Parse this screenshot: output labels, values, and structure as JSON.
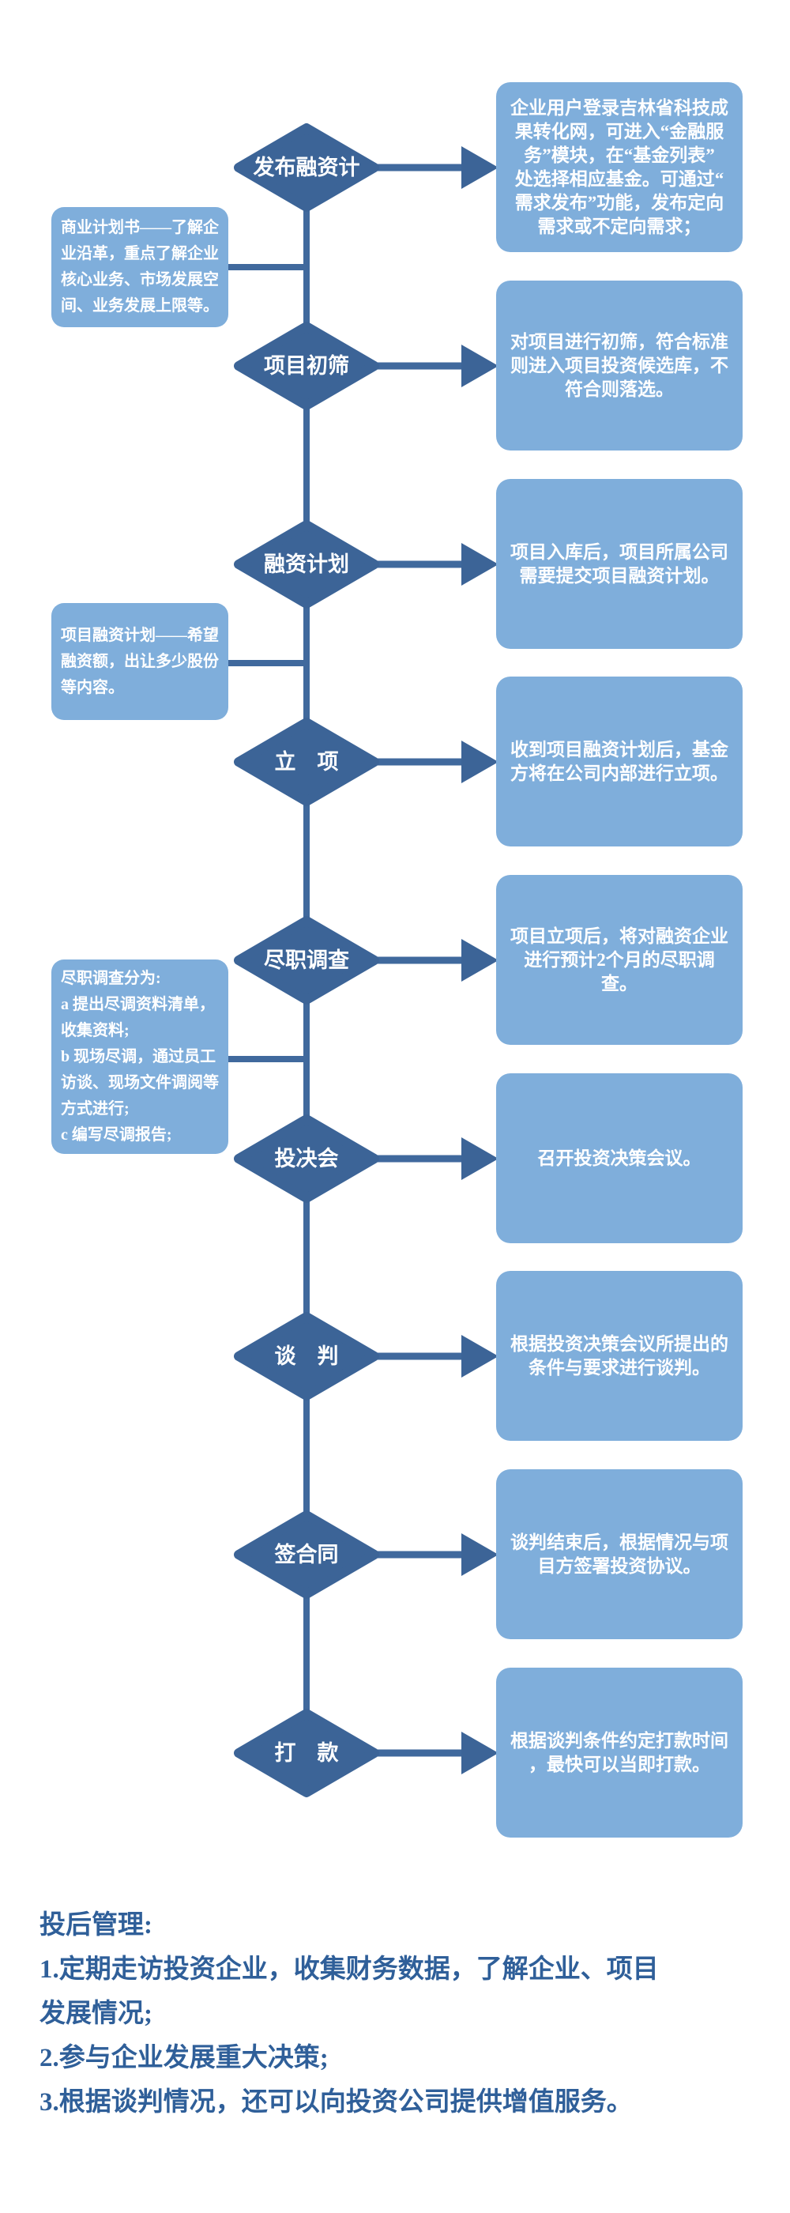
{
  "flow": {
    "steps": [
      {
        "label": "发布融资计",
        "description": "企业用户登录吉林省科技成\n果转化网，可进入“金融服\n务”模块，在“基金列表”\n处选择相应基金。可通过“\n需求发布”功能，发布定向\n需求或不定向需求；"
      },
      {
        "label": "项目初筛",
        "description": "对项目进行初筛，符合标准\n则进入项目投资候选库，不\n符合则落选。"
      },
      {
        "label": "融资计划",
        "description": "项目入库后，项目所属公司\n需要提交项目融资计划。"
      },
      {
        "label": "立　项",
        "description": "收到项目融资计划后，基金\n方将在公司内部进行立项。"
      },
      {
        "label": "尽职调查",
        "description": "项目立项后，将对融资企业\n进行预计2个月的尽职调查。"
      },
      {
        "label": "投决会",
        "description": "召开投资决策会议。"
      },
      {
        "label": "谈　判",
        "description": "根据投资决策会议所提出的\n条件与要求进行谈判。"
      },
      {
        "label": "签合同",
        "description": "谈判结束后，根据情况与项\n目方签署投资协议。"
      },
      {
        "label": "打　款",
        "description": "根据谈判条件约定打款时间\n，最快可以当即打款。"
      }
    ],
    "notes": [
      {
        "text": "商业计划书——了解企\n业沿革，重点了解企业\n核心业务、市场发展空\n间、业务发展上限等。"
      },
      {
        "text": "项目融资计划——希望\n融资额，出让多少股份\n等内容。"
      },
      {
        "text": "尽职调查分为:\na 提出尽调资料清单，\n收集资料;\nb 现场尽调，通过员工\n访谈、现场文件调阅等\n方式进行;\nc 编写尽调报告;"
      }
    ]
  },
  "footer": {
    "title": "投后管理:",
    "items": [
      "1.定期走访投资企业，收集财务数据，了解企业、项目\n发展情况;",
      "2.参与企业发展重大决策;",
      "3.根据谈判情况，还可以向投资公司提供增值服务。"
    ]
  },
  "colors": {
    "shape_dark": "#3c6497",
    "connector": "#40699d",
    "box_light": "#7faedb",
    "text_on_shape": "#ffffff",
    "footer_text": "#2f5f99",
    "background": "#ffffff"
  }
}
